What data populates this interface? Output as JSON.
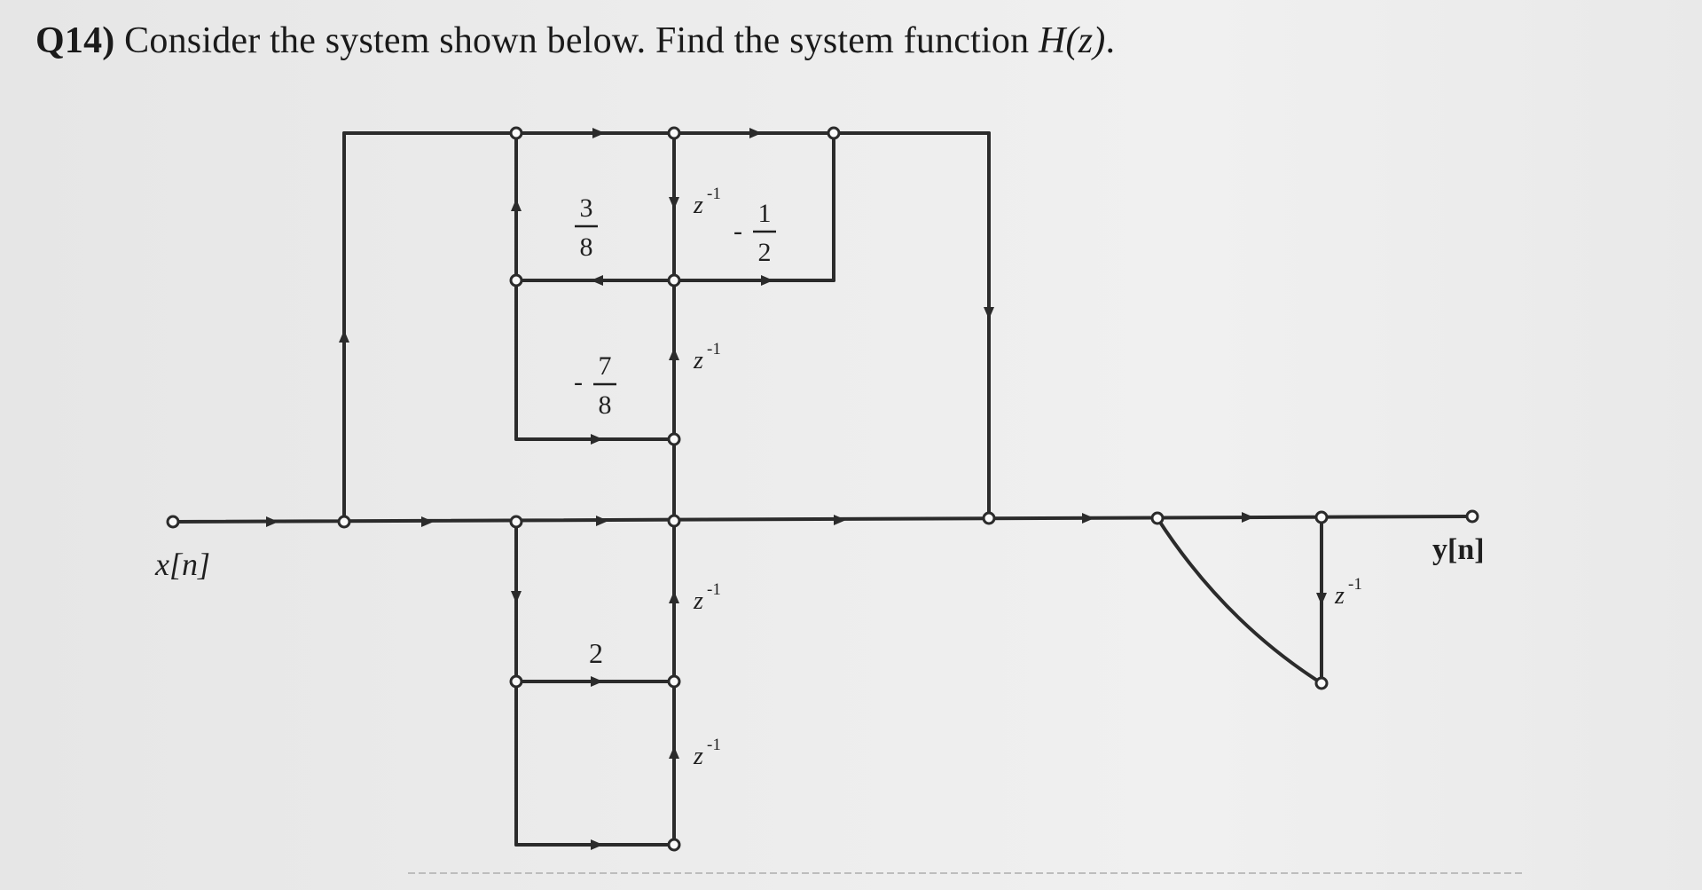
{
  "question": {
    "number": "Q14)",
    "text": "Consider the system shown below. Find the system function",
    "function": "H(z)",
    "end": "."
  },
  "diagram": {
    "input_label": "x[n]",
    "output_label": "y[n]",
    "delay": "z",
    "delay_exp": "-1",
    "coef_a_num": "3",
    "coef_a_den": "8",
    "coef_b_sign": "-",
    "coef_b_num": "1",
    "coef_b_den": "2",
    "coef_c_sign": "-",
    "coef_c_num": "7",
    "coef_c_den": "8",
    "coef_d": "2"
  }
}
